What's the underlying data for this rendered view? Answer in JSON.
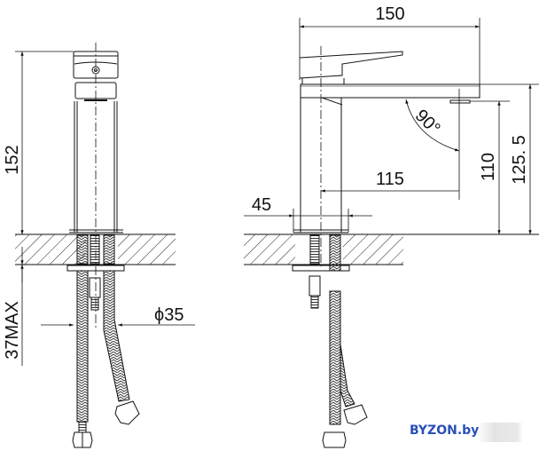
{
  "drawing": {
    "title": "Faucet technical dimension drawing",
    "views": [
      "front-view",
      "side-view"
    ],
    "line_color": "#111111",
    "hatch_color": "#333333"
  },
  "front_view": {
    "dimensions": {
      "height": "152",
      "max_countertop": "37MAX",
      "hole_diameter": "ϕ35"
    }
  },
  "side_view": {
    "dimensions": {
      "total_length": "150",
      "spout_reach": "115",
      "base_width": "45",
      "spout_height": "110",
      "total_spout_height": "125. 5",
      "angle": "90°"
    }
  },
  "watermark": {
    "text": "BYZON.by",
    "color": "#2a4fb8"
  }
}
